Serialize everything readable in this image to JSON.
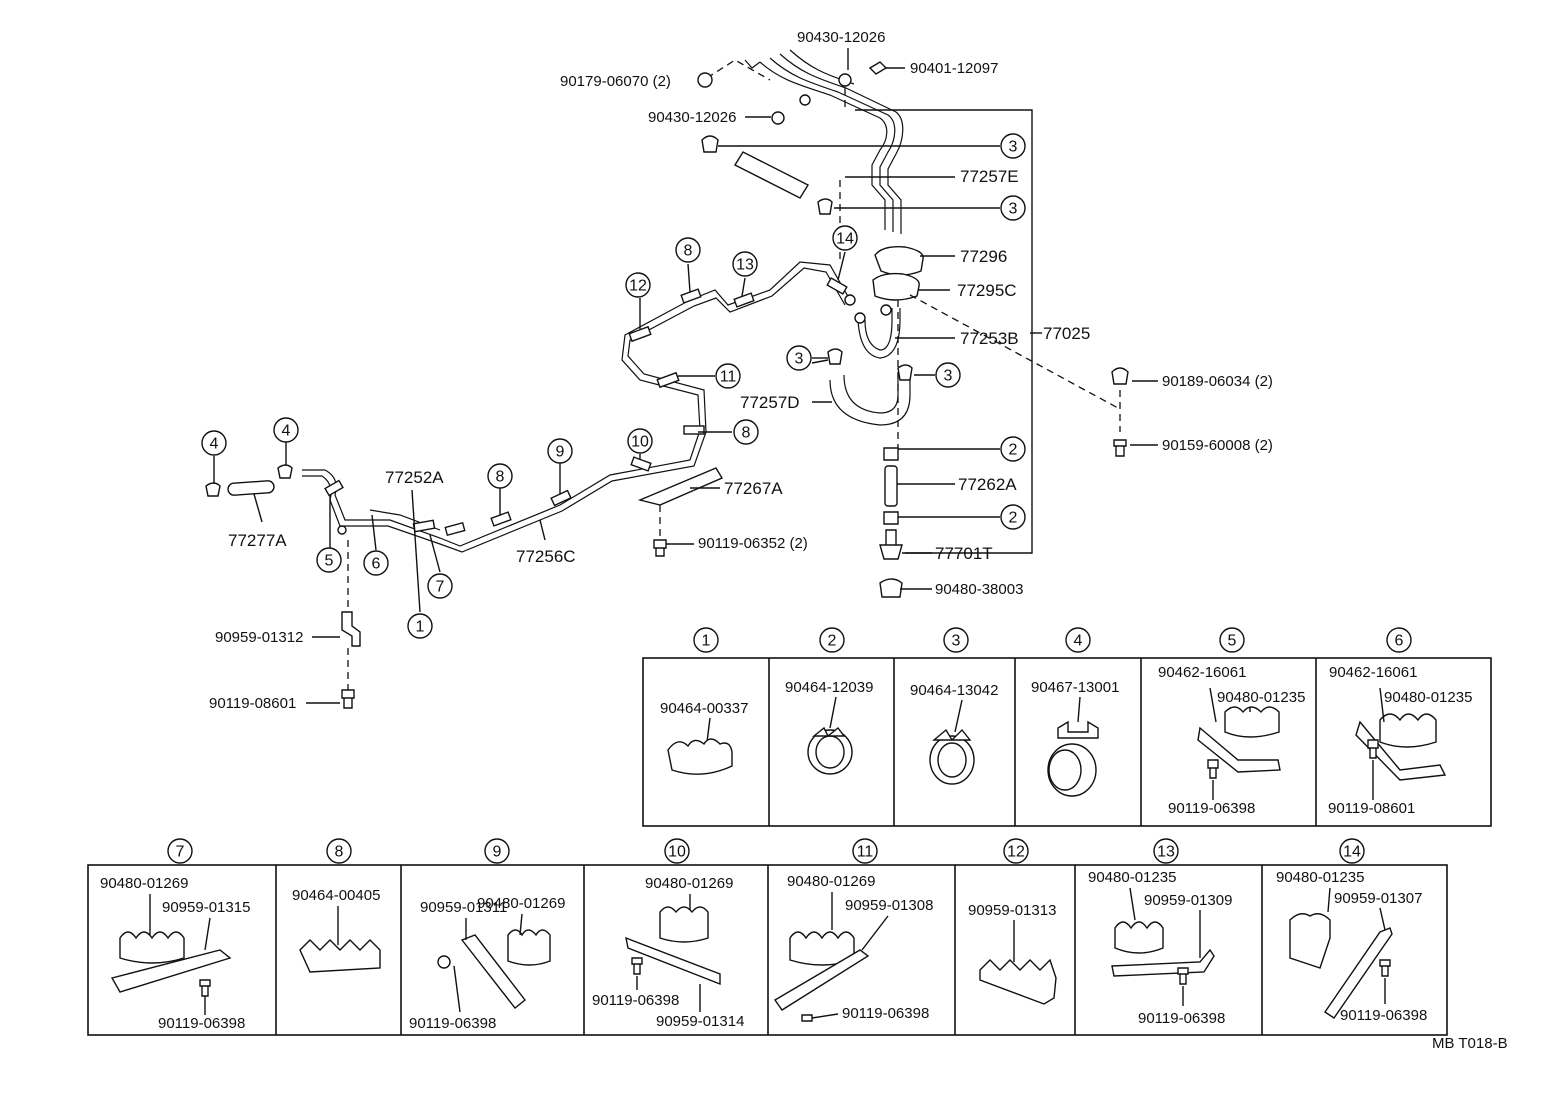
{
  "callouts": {
    "c1": "1",
    "c2": "2",
    "c3": "3",
    "c4": "4",
    "c5": "5",
    "c6": "6",
    "c7": "7",
    "c8": "8",
    "c9": "9",
    "c10": "10",
    "c11": "11",
    "c12": "12",
    "c13": "13",
    "c14": "14"
  },
  "labels": {
    "p90430_12026_top": "90430-12026",
    "p90179_06070": "90179-06070 (2)",
    "p90401_12097": "90401-12097",
    "p90430_12026_mid": "90430-12026",
    "p77257E": "77257E",
    "p77296": "77296",
    "p77295C": "77295C",
    "p77253B": "77253B",
    "p77025": "77025",
    "p77257D": "77257D",
    "p90189_06034": "90189-06034 (2)",
    "p90159_60008": "90159-60008 (2)",
    "p77262A": "77262A",
    "p77701T": "77701T",
    "p90480_38003": "90480-38003",
    "p77252A": "77252A",
    "p77267A": "77267A",
    "p77277A": "77277A",
    "p77256C": "77256C",
    "p90119_06352": "90119-06352 (2)",
    "p90959_01312": "90959-01312",
    "p90119_08601": "90119-08601"
  },
  "detail_top": {
    "b1": {
      "num": "1",
      "parts": [
        "90464-00337"
      ]
    },
    "b2": {
      "num": "2",
      "parts": [
        "90464-12039"
      ]
    },
    "b3": {
      "num": "3",
      "parts": [
        "90464-13042"
      ]
    },
    "b4": {
      "num": "4",
      "parts": [
        "90467-13001"
      ]
    },
    "b5": {
      "num": "5",
      "parts": [
        "90462-16061",
        "90480-01235",
        "90119-06398"
      ]
    },
    "b6": {
      "num": "6",
      "parts": [
        "90462-16061",
        "90480-01235",
        "90119-08601"
      ]
    }
  },
  "detail_bottom": {
    "b7": {
      "num": "7",
      "parts": [
        "90480-01269",
        "90959-01315",
        "90119-06398"
      ]
    },
    "b8": {
      "num": "8",
      "parts": [
        "90464-00405"
      ]
    },
    "b9": {
      "num": "9",
      "parts": [
        "90959-01311",
        "90480-01269",
        "90119-06398"
      ]
    },
    "b10": {
      "num": "10",
      "parts": [
        "90480-01269",
        "90119-06398",
        "90959-01314"
      ]
    },
    "b11": {
      "num": "11",
      "parts": [
        "90480-01269",
        "90959-01308",
        "90119-06398"
      ]
    },
    "b12": {
      "num": "12",
      "parts": [
        "90959-01313"
      ]
    },
    "b13": {
      "num": "13",
      "parts": [
        "90480-01235",
        "90959-01309",
        "90119-06398"
      ]
    },
    "b14": {
      "num": "14",
      "parts": [
        "90480-01235",
        "90959-01307",
        "90119-06398"
      ]
    }
  },
  "footer": {
    "code": "MB  T018-B"
  }
}
